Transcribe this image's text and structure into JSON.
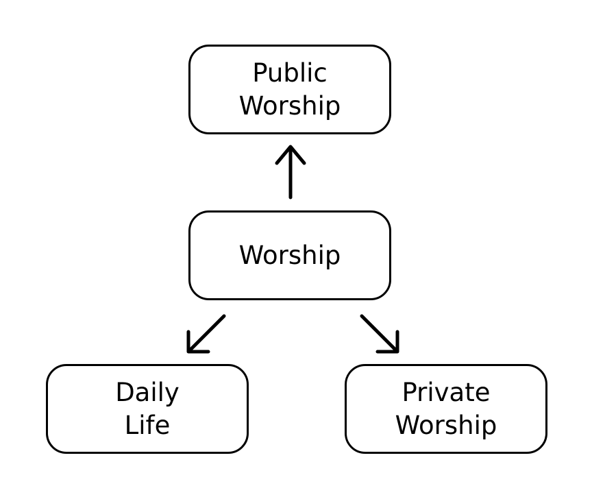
{
  "nodes": {
    "public_worship": "Public\nWorship",
    "worship": "Worship",
    "daily_life": "Daily\nLife",
    "private_worship": "Private\nWorship"
  },
  "colors": {
    "stroke": "#000000",
    "background": "#ffffff"
  }
}
